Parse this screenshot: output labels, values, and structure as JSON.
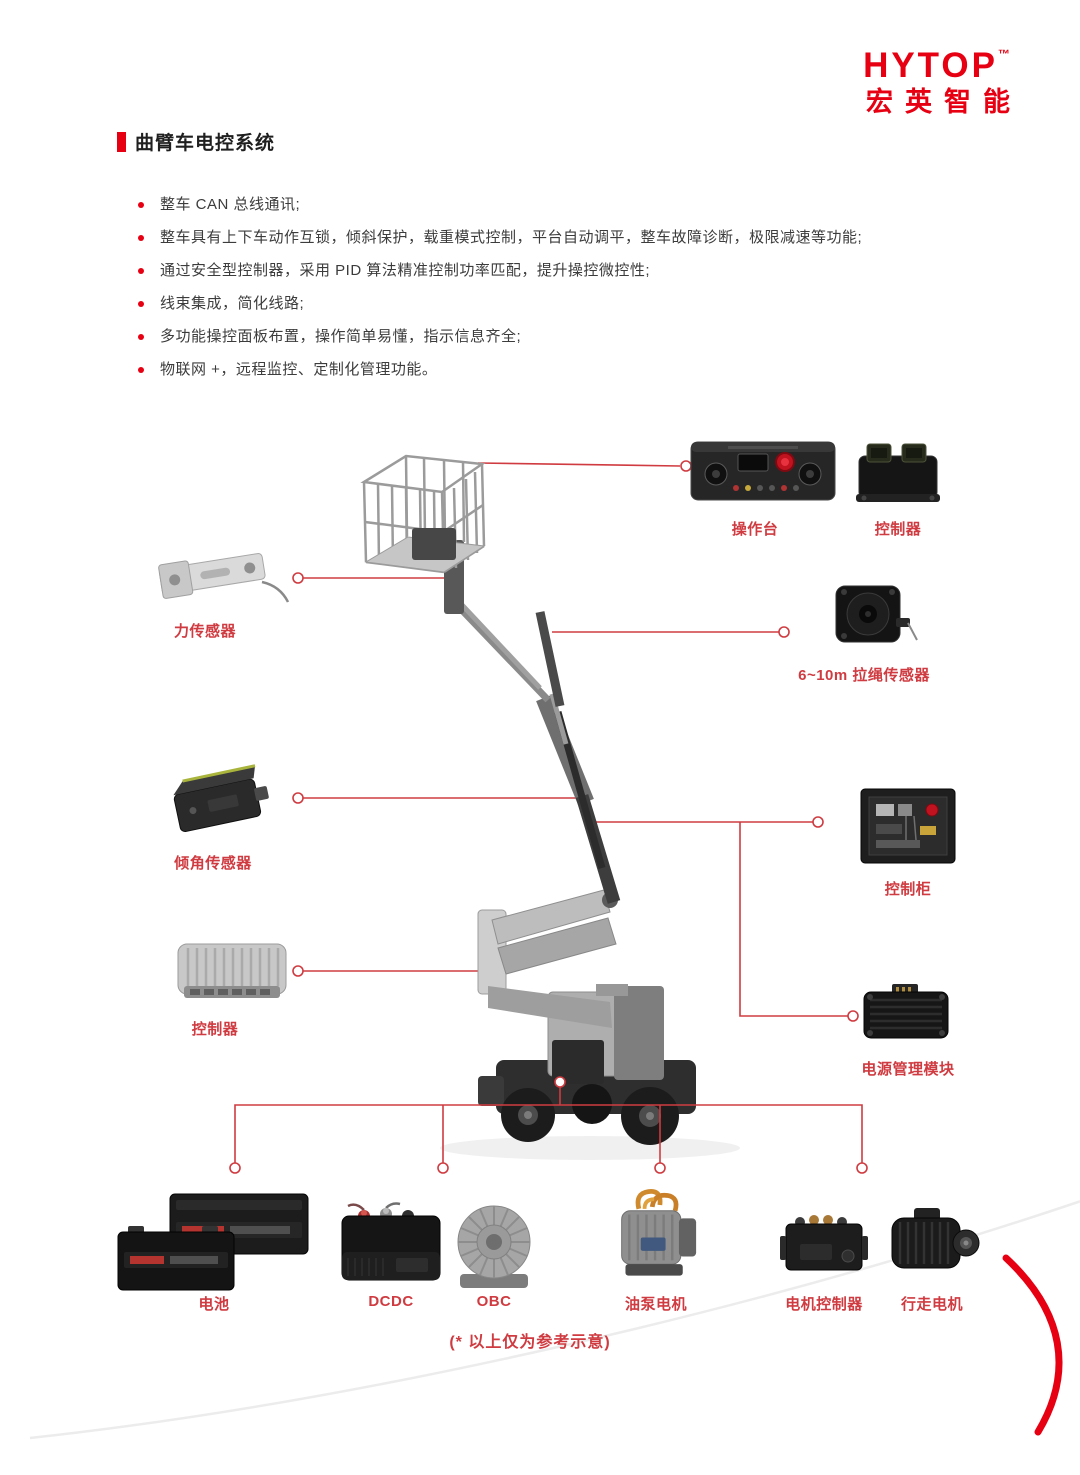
{
  "brand": {
    "name": "HYTOP",
    "tm": "™",
    "cn": "宏英智能"
  },
  "section": {
    "title": "曲臂车电控系统"
  },
  "bullets": [
    "整车 CAN 总线通讯;",
    "整车具有上下车动作互锁，倾斜保护，载重模式控制，平台自动调平，整车故障诊断，极限减速等功能;",
    "通过安全型控制器，采用 PID 算法精准控制功率匹配，提升操控微控性;",
    "线束集成，简化线路;",
    "多功能操控面板布置，操作简单易懂，指示信息齐全;",
    "物联网 +，远程监控、定制化管理功能。"
  ],
  "callouts": {
    "console": "操作台",
    "controller_top": "控制器",
    "force_sensor": "力传感器",
    "draw_wire_sensor": "6~10m 拉绳传感器",
    "tilt_sensor": "倾角传感器",
    "control_cabinet": "控制柜",
    "controller_left": "控制器",
    "power_module": "电源管理模块"
  },
  "bottom_components": [
    "电池",
    "DCDC",
    "OBC",
    "油泵电机",
    "电机控制器",
    "行走电机"
  ],
  "footer": {
    "note": "(* 以上仅为参考示意)"
  },
  "colors": {
    "brand_red": "#e60012",
    "callout_red": "#cf3b40",
    "text": "#3c3c3c"
  }
}
